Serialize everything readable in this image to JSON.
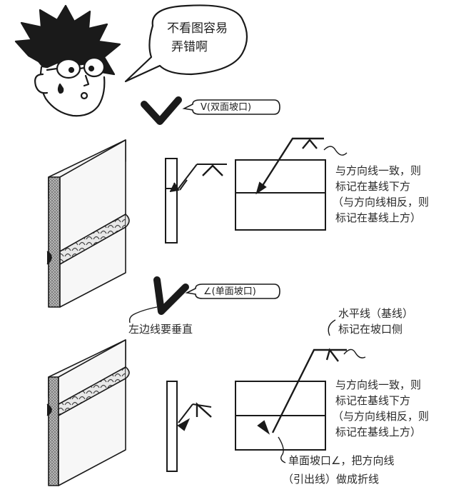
{
  "speech_bubble": {
    "line1": "不看图容易",
    "line2": "弄错啊"
  },
  "top_section": {
    "symbol_label": "V(双面坡口)",
    "note_line1": "与方向线一致，则",
    "note_line2": "标记在基线下方",
    "note_line3": "（与方向线相反，则",
    "note_line4": "标记在基线上方）"
  },
  "bottom_section": {
    "symbol_label": "∠(单面坡口)",
    "left_note": "左边线要垂直",
    "baseline_note_line1": "水平线（基线）",
    "baseline_note_line2": "标记在坡口侧",
    "note_line1": "与方向线一致，则",
    "note_line2": "标记在基线下方",
    "note_line3": "（与方向线相反，则",
    "note_line4": "标记在基线上方）",
    "arrow_note_line1": "单面坡口∠，把方向线",
    "arrow_note_line2": "（引出线）做成折线"
  },
  "colors": {
    "ink": "#1a1a1a",
    "plate_fill": "#f7f7f7",
    "plate_edge_fill": "#9a9a9a"
  }
}
